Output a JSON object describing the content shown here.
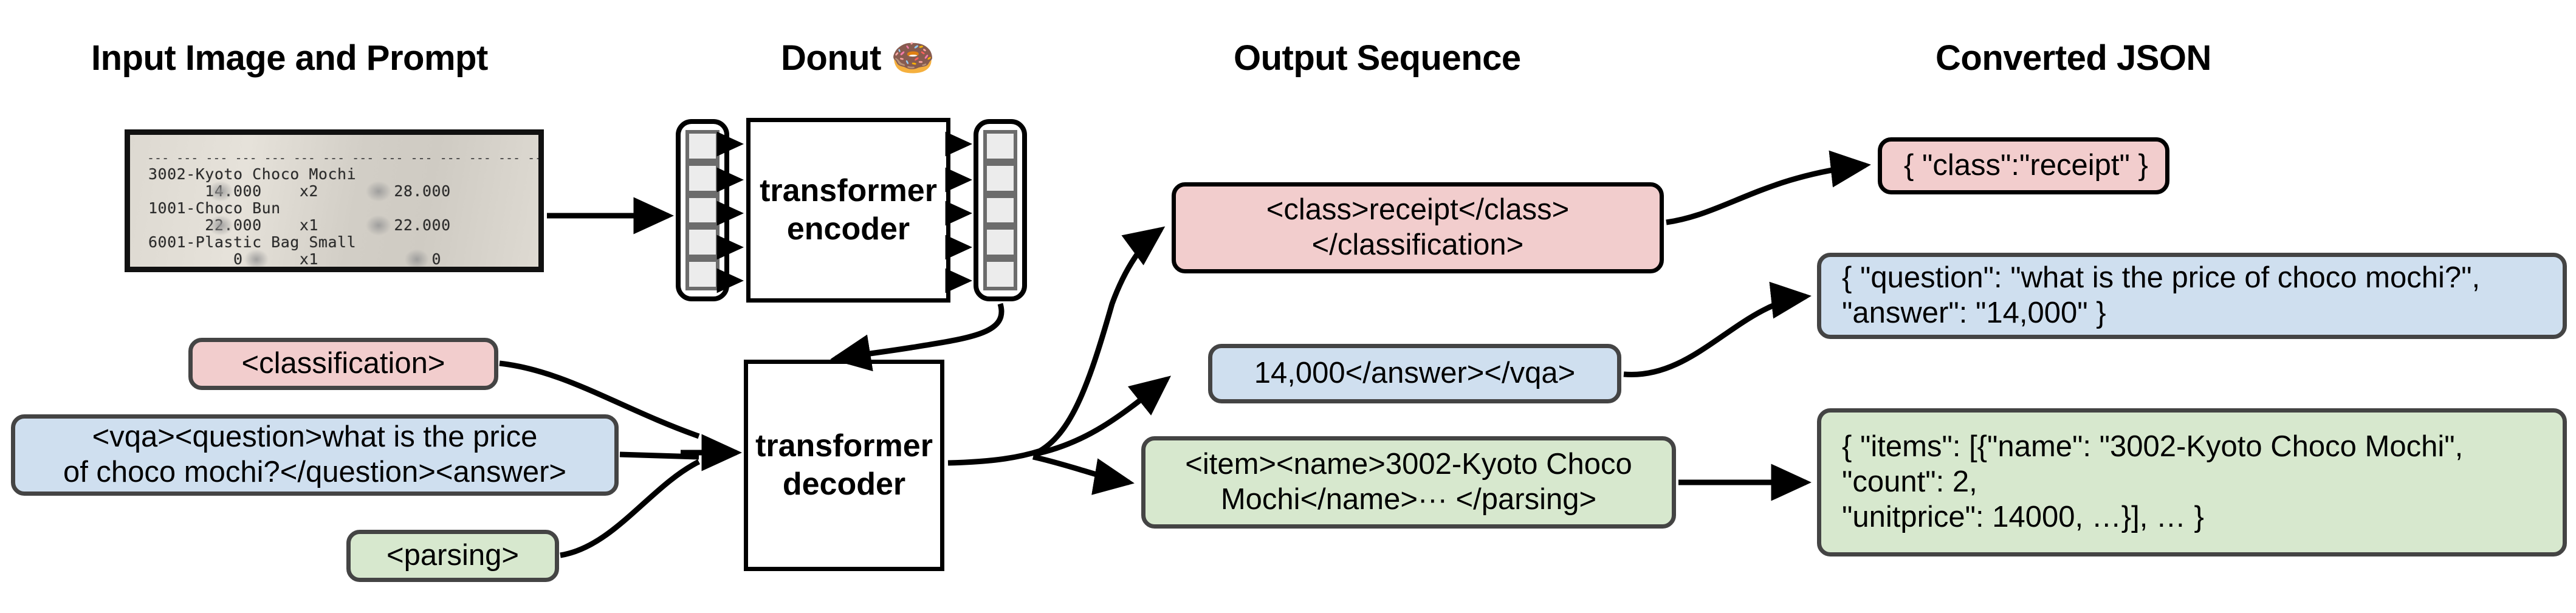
{
  "headers": [
    {
      "id": "input-image-and-prompt",
      "label": "Input Image and Prompt"
    },
    {
      "id": "donut",
      "label": "Donut",
      "emoji": "🍩"
    },
    {
      "id": "output-sequence",
      "label": "Output Sequence"
    },
    {
      "id": "converted-json",
      "label": "Converted JSON"
    }
  ],
  "receipt": {
    "lines": [
      "3002-Kyoto Choco Mochi",
      "      14.000    x2        28.000",
      "1001-Choco Bun",
      "      22.000    x1        22.000",
      "6001-Plastic Bag Small",
      "         0      x1            0"
    ],
    "items": [
      {
        "name": "3002-Kyoto Choco Mochi",
        "unitprice": "14.000",
        "count": "x2",
        "price": "28.000"
      },
      {
        "name": "1001-Choco Bun",
        "unitprice": "22.000",
        "count": "x1",
        "price": "22.000"
      },
      {
        "name": "6001-Plastic Bag Small",
        "unitprice": "0",
        "count": "x1",
        "price": "0"
      }
    ],
    "divider": "--- --- --- --- --- --- --- --- --- --- --- --- --- --- ---"
  },
  "prompts": [
    {
      "id": "classification-prompt",
      "text": "<classification>",
      "color": "#f2cdcd"
    },
    {
      "id": "vqa-prompt",
      "text": "<vqa><question>what is the price\nof choco mochi?</question><answer>",
      "color": "#cfdfef"
    },
    {
      "id": "parsing-prompt",
      "text": "<parsing>",
      "color": "#d7e8ce"
    }
  ],
  "model": {
    "encoder_label": "transformer\nencoder",
    "decoder_label": "transformer\ndecoder",
    "encoder_input_tokens": 5,
    "encoder_output_tokens": 5
  },
  "output_sequence": [
    {
      "id": "classification-output",
      "text": "<class>receipt</class>\n</classification>",
      "color": "#f2cdcd"
    },
    {
      "id": "vqa-output",
      "text": "14,000</answer></vqa>",
      "color": "#cfdfef"
    },
    {
      "id": "parsing-output",
      "text": "<item><name>3002-Kyoto Choco\nMochi</name>··· </parsing>",
      "color": "#d7e8ce"
    }
  ],
  "converted_json": [
    {
      "id": "classification-json",
      "text": "{ \"class\":\"receipt\" }",
      "color": "#f2cdcd"
    },
    {
      "id": "vqa-json",
      "text": "{ \"question\": \"what is the price of choco mochi?\",\n   \"answer\": \"14,000\" }",
      "color": "#cfdfef"
    },
    {
      "id": "parsing-json",
      "text": "{ \"items\": [{\"name\": \"3002-Kyoto Choco Mochi\",\n      \"count\": 2,\n      \"unitprice\": 14000, …}], … }",
      "color": "#d7e8ce"
    }
  ],
  "colors": {
    "pink": "#f2cdcd",
    "blue": "#cfdfef",
    "green": "#d7e8ce",
    "box_border": "#444444",
    "line": "#000000",
    "token_fill": "#ececec",
    "token_border": "#6c6c6c"
  }
}
